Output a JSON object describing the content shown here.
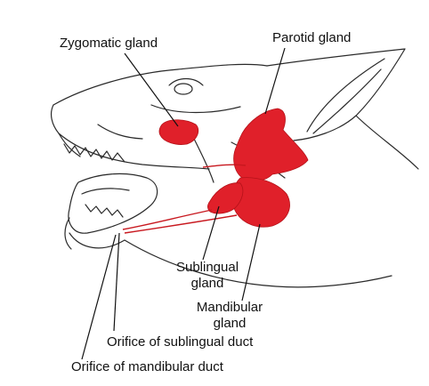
{
  "labels": {
    "zygomatic": "Zygomatic gland",
    "parotid": "Parotid gland",
    "sublingual_line1": "Sublingual",
    "sublingual_line2": "gland",
    "mandibular_line1": "Mandibular",
    "mandibular_line2": "gland",
    "orifice_sublingual": "Orifice of sublingual duct",
    "orifice_mandibular": "Orifice of mandibular duct"
  },
  "colors": {
    "gland": "#e0202a",
    "outline": "#2a2a2a",
    "text": "#111111",
    "duct": "#c8181f"
  }
}
